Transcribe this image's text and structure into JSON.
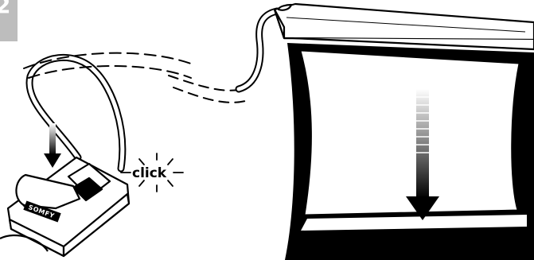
{
  "step": {
    "number": "2",
    "tab_color": "#bdbdbd"
  },
  "remote": {
    "brand": "SOMFY",
    "sound_text": "click",
    "action": "press-button"
  },
  "screen": {
    "motion": "down",
    "arrow_icon": "down-arrow-icon"
  },
  "colors": {
    "ink": "#000000",
    "paper": "#ffffff"
  }
}
